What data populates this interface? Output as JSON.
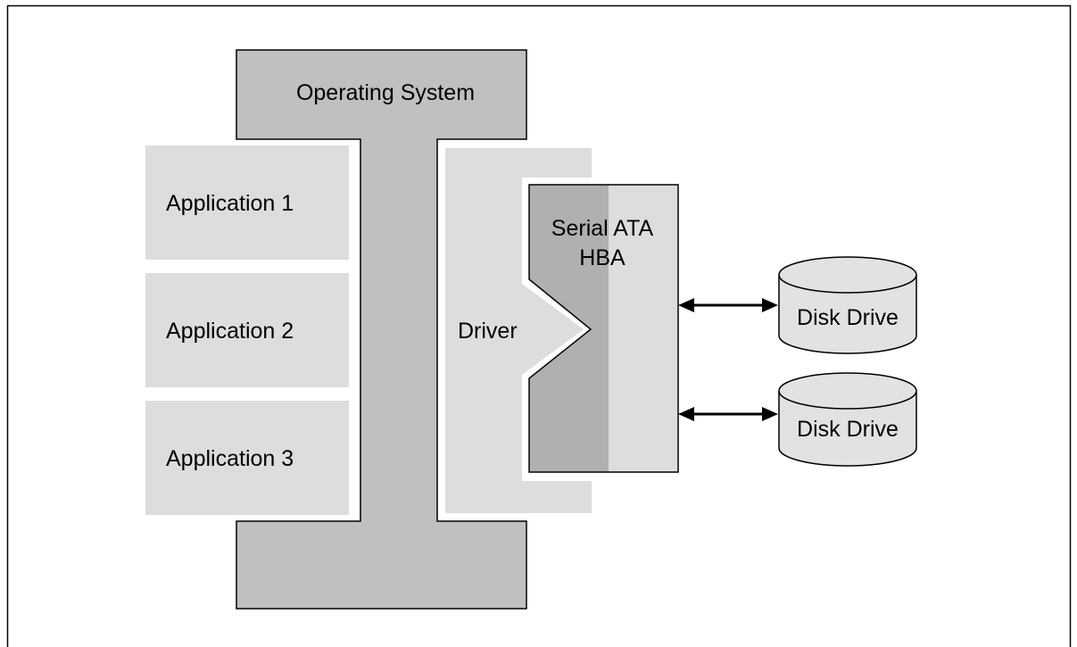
{
  "operating_system": {
    "label": "Operating System"
  },
  "applications": [
    {
      "label": "Application 1"
    },
    {
      "label": "Application 2"
    },
    {
      "label": "Application 3"
    }
  ],
  "driver": {
    "label": "Driver"
  },
  "hba": {
    "label_line1": "Serial ATA",
    "label_line2": "HBA"
  },
  "disk_drives": [
    {
      "label": "Disk Drive"
    },
    {
      "label": "Disk Drive"
    }
  ],
  "colors": {
    "os_fill": "#c0c0c0",
    "app_fill": "#dddddd",
    "driver_fill": "#dddddd",
    "hba_dark": "#b0b0b0",
    "hba_light": "#dddddd",
    "disk_fill": "#e2e2e2",
    "stroke": "#000000"
  }
}
